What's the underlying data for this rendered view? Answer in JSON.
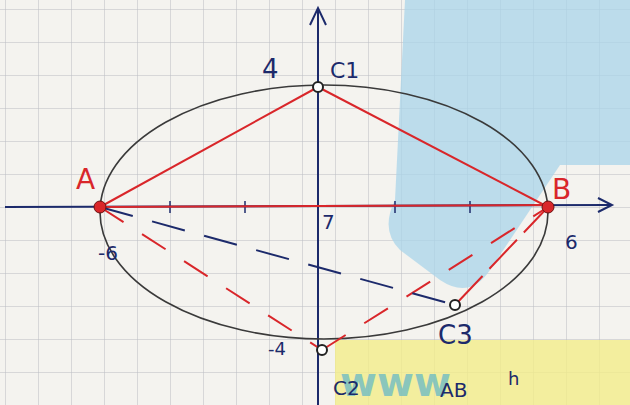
{
  "diagram": {
    "labels": [
      "A",
      "B",
      "-6",
      "6",
      "4",
      "C1",
      "7",
      "-4",
      "C2",
      "C3",
      "AB",
      "h",
      "www"
    ]
  }
}
